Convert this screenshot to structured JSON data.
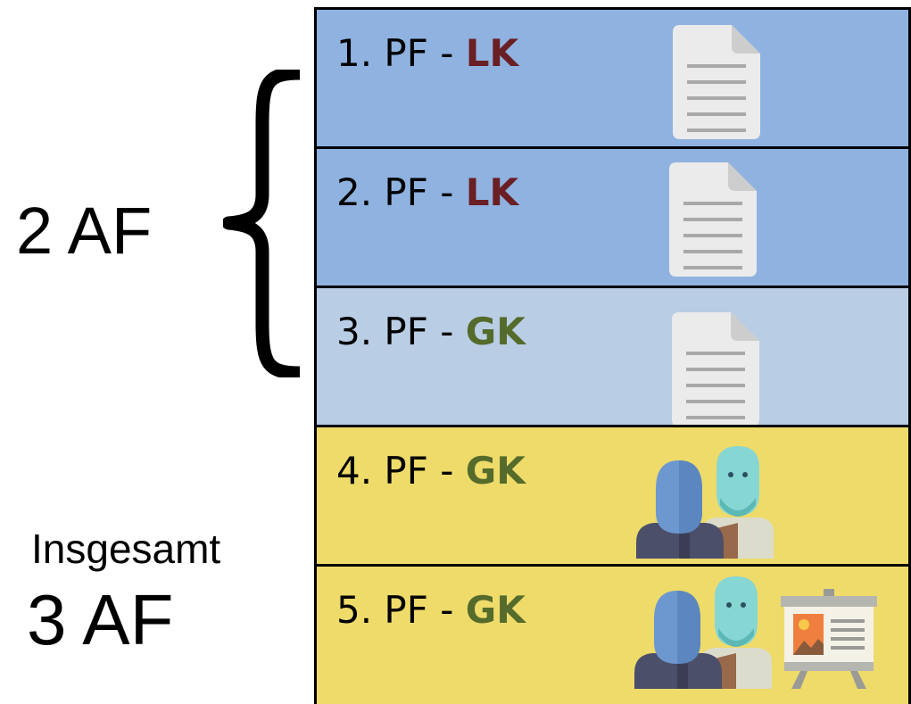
{
  "left": {
    "af_two": "2 AF",
    "total_caption": "Insgesamt",
    "af_three": "3 AF"
  },
  "rows": [
    {
      "prefix": "1. PF - ",
      "course": "LK",
      "icon": "document-icon"
    },
    {
      "prefix": "2. PF - ",
      "course": "LK",
      "icon": "document-icon"
    },
    {
      "prefix": "3. PF - ",
      "course": "GK",
      "icon": "document-icon"
    },
    {
      "prefix": "4. PF - ",
      "course": "GK",
      "icon": "people-icon"
    },
    {
      "prefix": "5. PF - ",
      "course": "GK",
      "icon": "people-presentation-icon"
    }
  ],
  "colors": {
    "lk_row": "#8fb2e0",
    "gk_written_row": "#b9cde5",
    "gk_oral_row": "#eedb6a",
    "lk_text": "#6a1f24",
    "gk_text": "#556b2c"
  }
}
